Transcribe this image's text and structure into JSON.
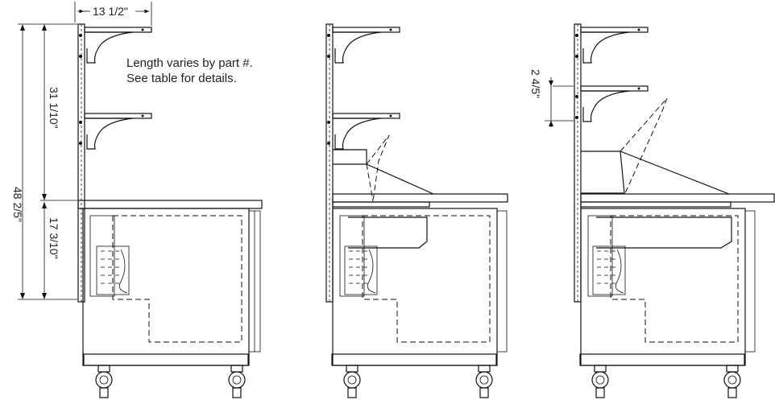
{
  "note": {
    "line1": "Length varies by part #.",
    "line2": "See table for details."
  },
  "dimensions": {
    "shelf_depth": "13 1/2\"",
    "total_height": "48  2/5\"",
    "upper_height": "31 1/10\"",
    "lower_height": "17  3/10\"",
    "shelf_gap": "2 4/5\""
  }
}
